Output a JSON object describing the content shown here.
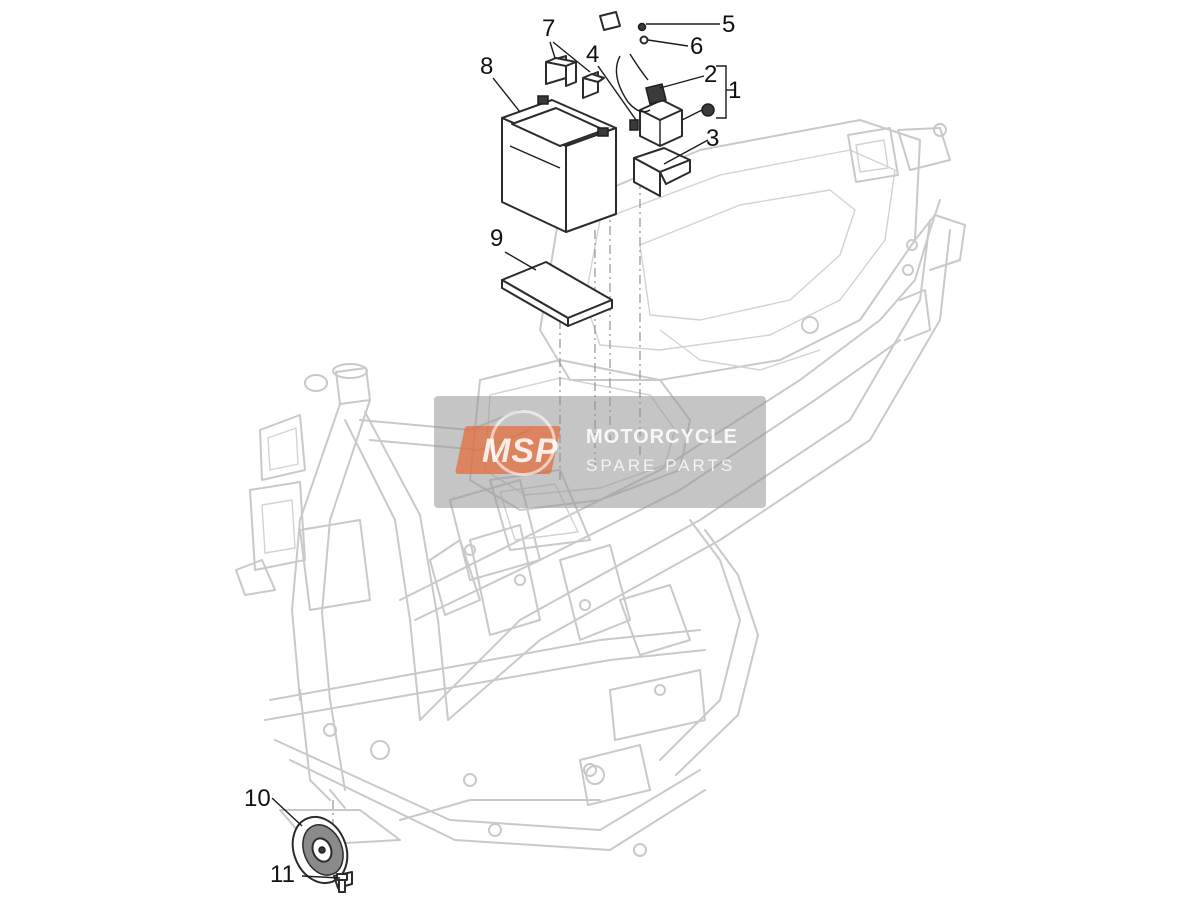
{
  "callouts": {
    "c1": "1",
    "c2": "2",
    "c3": "3",
    "c4": "4",
    "c5": "5",
    "c6": "6",
    "c7": "7",
    "c8": "8",
    "c9": "9",
    "c10": "10",
    "c11": "11"
  },
  "watermark": {
    "logo": "MSP",
    "line1": "MOTORCYCLE",
    "line2": "SPARE PARTS"
  },
  "colors": {
    "frame": "#c9c9c9",
    "parts": "#2b2b2b",
    "watermark_accent": "#e16e3c"
  }
}
